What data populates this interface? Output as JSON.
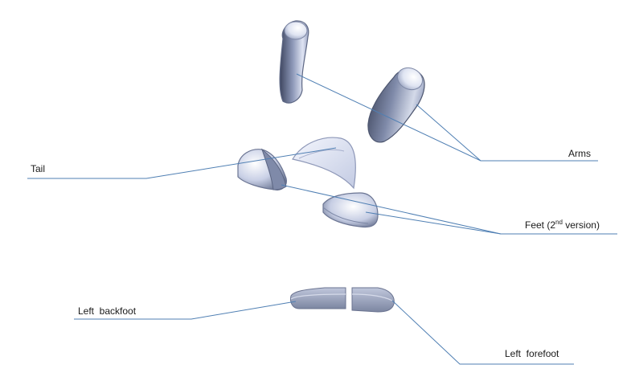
{
  "labels": {
    "arms": "Arms",
    "tail": "Tail",
    "feet": {
      "text": "Feet (2",
      "sup": "nd",
      "suffix": " version)"
    },
    "left_backfoot": "Left  backfoot",
    "left_forefoot": "Left  forefoot"
  },
  "colors": {
    "leader_line": "#4f7fb3",
    "part_light": "#eef1fb",
    "part_mid": "#a6b1cf",
    "part_dark": "#4d5670",
    "part_edge": "#6d7896",
    "flat_part": "#8a93ad",
    "flat_part_top": "#b9c0d6"
  }
}
